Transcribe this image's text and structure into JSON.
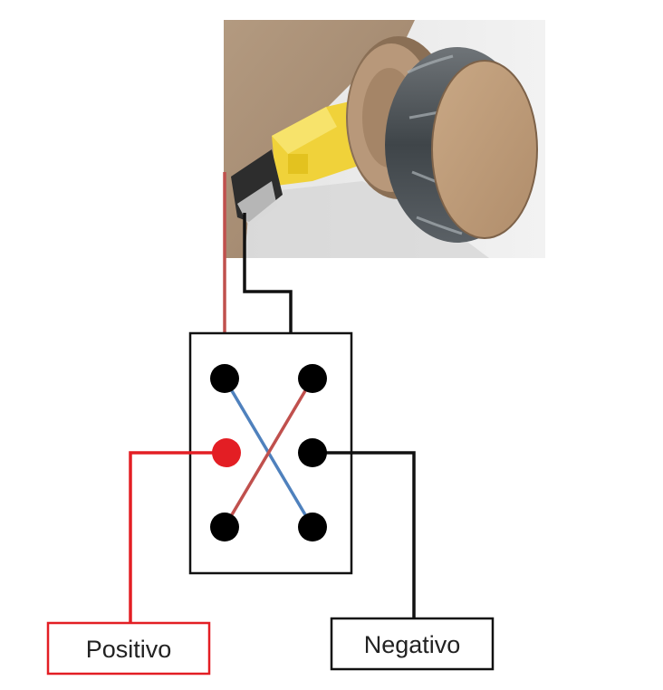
{
  "labels": {
    "positive": "Positivo",
    "negative": "Negativo"
  },
  "colors": {
    "positive_wire": "#e31e24",
    "negative_wire": "#111111",
    "motor_wire_red": "#c0504d",
    "cross_wire_blue": "#4f81bd",
    "cross_wire_red": "#c0504d",
    "terminal": "#000000",
    "positive_terminal": "#e31e24"
  },
  "components": {
    "switch": "dpdt-switch",
    "motor": "dc-gear-motor-with-wheel"
  }
}
